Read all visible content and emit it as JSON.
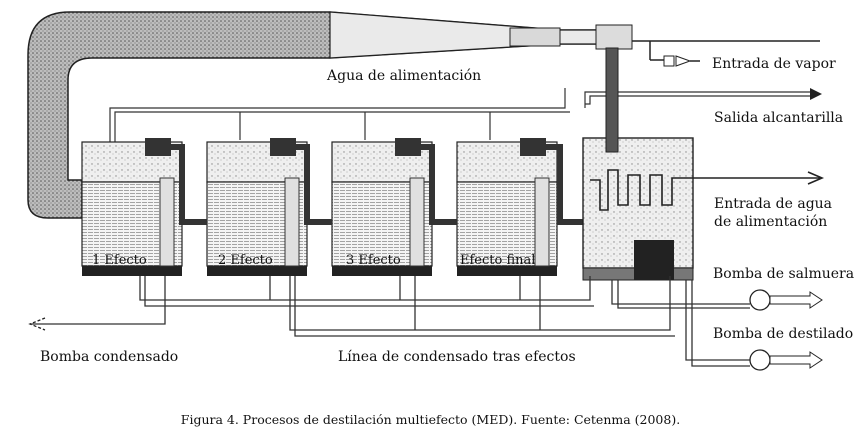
{
  "labels": {
    "entrada_vapor": "Entrada de vapor",
    "agua_alimentacion": "Agua de alimentación",
    "salida_alcantarilla": "Salida alcantarilla",
    "entrada_agua_l1": "Entrada de agua",
    "entrada_agua_l2": "de alimentación",
    "bomba_salmuera": "Bomba de salmuera",
    "bomba_destilado": "Bomba de destilado",
    "bomba_condensado": "Bomba condensado",
    "linea_condensado": "Línea de condensado tras efectos"
  },
  "effects": [
    "1 Efecto",
    "2 Efecto",
    "3 Efecto",
    "Efecto final"
  ],
  "caption": "Figura 4. Procesos de destilación multiefecto (MED). Fuente: Cetenma (2008)."
}
